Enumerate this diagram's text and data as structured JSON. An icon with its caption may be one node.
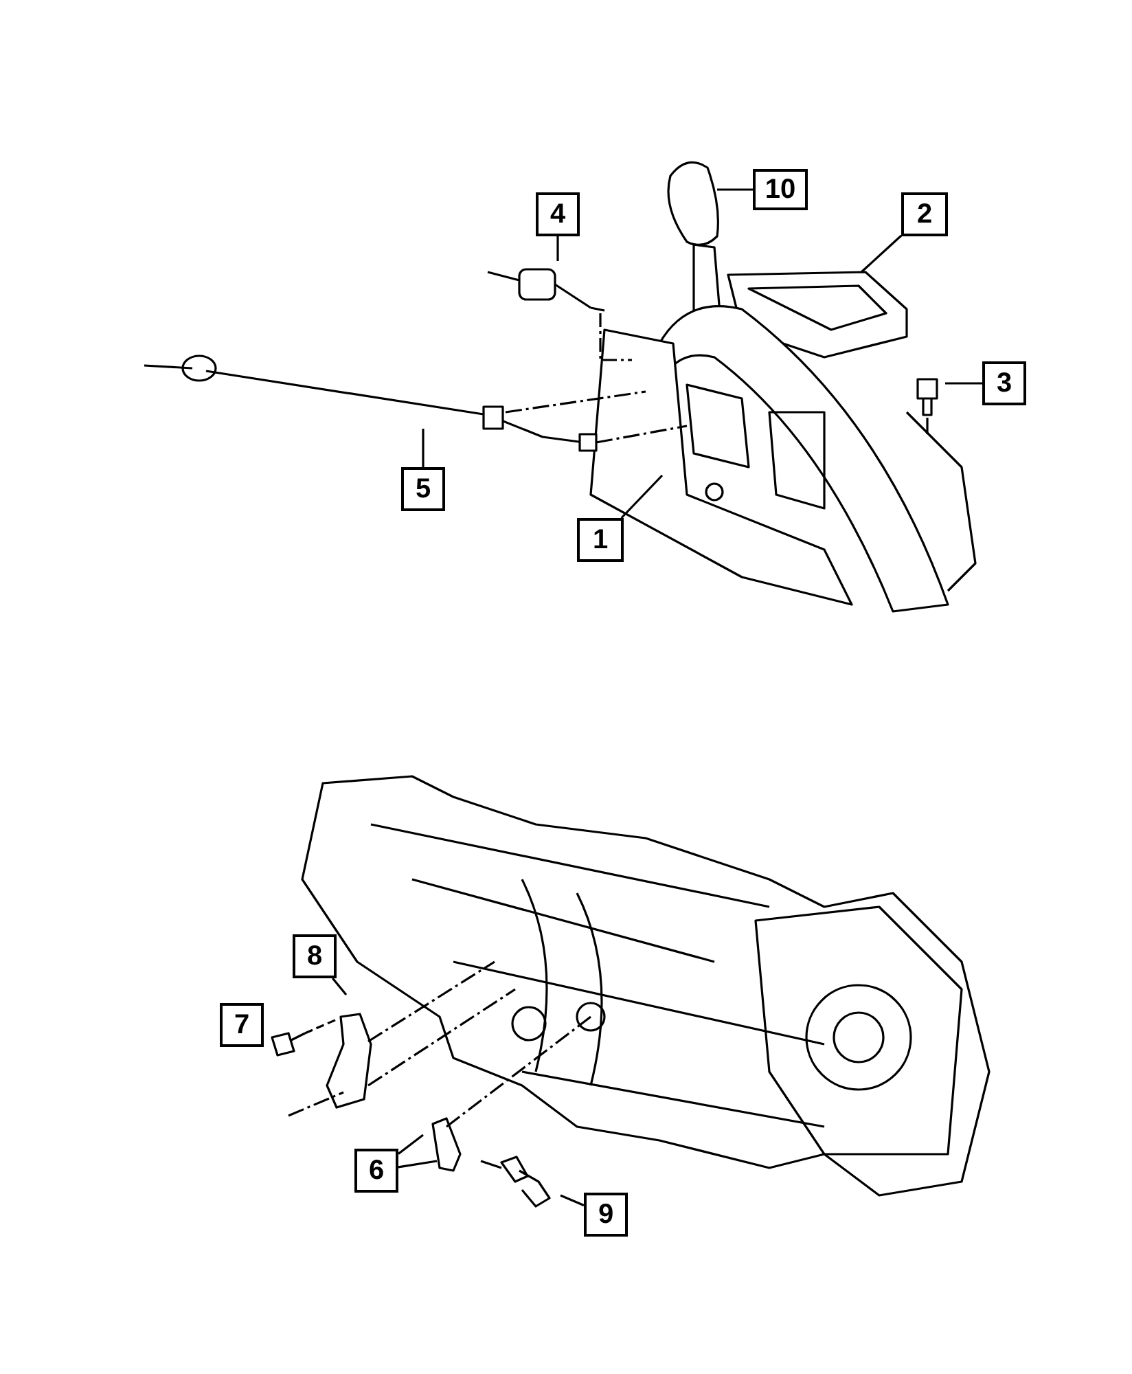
{
  "diagram": {
    "nodes": [
      {
        "text": [
          "10"
        ]
      },
      {
        "text": [
          "4"
        ]
      },
      {
        "text": [
          "2"
        ]
      },
      {
        "text": [
          "3"
        ]
      },
      {
        "text": [
          "5"
        ]
      },
      {
        "text": [
          "1"
        ]
      },
      {
        "text": [
          "8"
        ]
      },
      {
        "text": [
          "7"
        ]
      },
      {
        "text": [
          "6"
        ]
      },
      {
        "text": [
          "9"
        ]
      }
    ],
    "edges": [
      {
        "from": 0,
        "to": null,
        "arrow": "none"
      },
      {
        "from": 1,
        "to": null,
        "arrow": "none"
      },
      {
        "from": 2,
        "to": null,
        "arrow": "none"
      },
      {
        "from": 3,
        "to": null,
        "arrow": "none"
      },
      {
        "from": 4,
        "to": null,
        "arrow": "none"
      },
      {
        "from": 5,
        "to": null,
        "arrow": "none"
      },
      {
        "from": 6,
        "to": null,
        "arrow": "none"
      },
      {
        "from": 8,
        "to": null,
        "arrow": "none"
      },
      {
        "from": 8,
        "to": null,
        "arrow": "none"
      },
      {
        "from": 9,
        "to": null,
        "arrow": "none"
      }
    ]
  }
}
